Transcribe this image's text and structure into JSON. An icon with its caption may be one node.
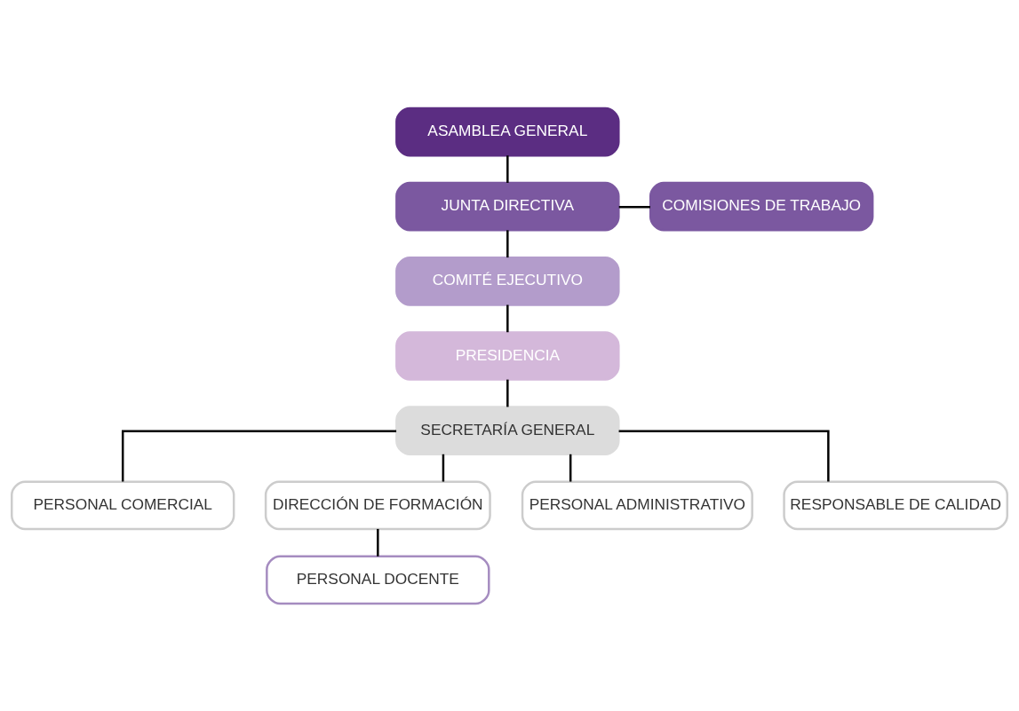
{
  "diagram": {
    "nodes": [
      {
        "text": [
          "ASAMBLEA GENERAL"
        ]
      },
      {
        "text": [
          "JUNTA DIRECTIVA"
        ]
      },
      {
        "text": [
          "COMISIONES DE TRABAJO"
        ]
      },
      {
        "text": [
          "COMITÉ EJECUTIVO"
        ]
      },
      {
        "text": [
          "PRESIDENCIA"
        ]
      },
      {
        "text": [
          "SECRETARÍA GENERAL"
        ]
      },
      {
        "text": [
          "PERSONAL COMERCIAL"
        ]
      },
      {
        "text": [
          "DIRECCIÓN DE FORMACIÓN"
        ]
      },
      {
        "text": [
          "PERSONAL ADMINISTRATIVO"
        ]
      },
      {
        "text": [
          "RESPONSABLE DE CALIDAD"
        ]
      },
      {
        "text": [
          "PERSONAL DOCENTE"
        ]
      }
    ],
    "edges": [
      {
        "from": 0,
        "to": 1,
        "arrow": "none"
      },
      {
        "from": 1,
        "to": 2,
        "arrow": "none"
      },
      {
        "from": 1,
        "to": 3,
        "arrow": "none"
      },
      {
        "from": 3,
        "to": 4,
        "arrow": "none"
      },
      {
        "from": 4,
        "to": 5,
        "arrow": "none"
      },
      {
        "from": 5,
        "to": 6,
        "arrow": "none"
      },
      {
        "from": 5,
        "to": 7,
        "arrow": "none"
      },
      {
        "from": 5,
        "to": 8,
        "arrow": "none"
      },
      {
        "from": 5,
        "to": 9,
        "arrow": "none"
      },
      {
        "from": 7,
        "to": 10,
        "arrow": "none"
      }
    ]
  }
}
